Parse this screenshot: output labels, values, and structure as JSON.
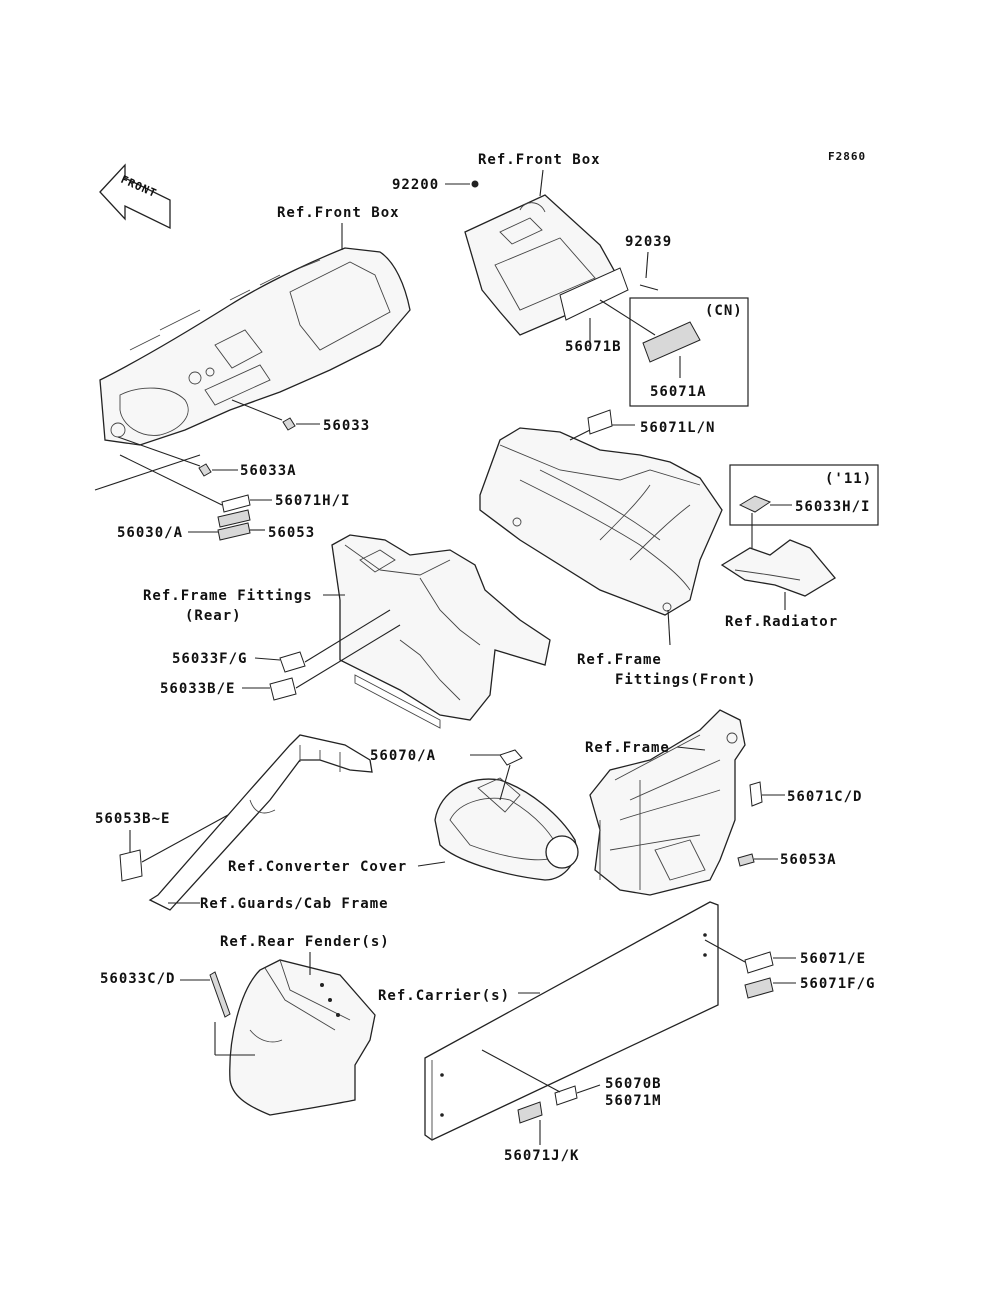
{
  "diagram": {
    "figure_id": "F2860",
    "front_arrow": "FRONT",
    "labels": {
      "ref_front_box_top": "Ref.Front Box",
      "ref_front_box_left": "Ref.Front Box",
      "p92200": "92200",
      "p92039": "92039",
      "cn": "(CN)",
      "p56071B": "56071B",
      "p56071A": "56071A",
      "p56033": "56033",
      "p56033A": "56033A",
      "p56071LN": "56071L/N",
      "p56071HI": "56071H/I",
      "p56030A": "56030/A",
      "p56053": "56053",
      "y11": "('11)",
      "p56033HI": "56033H/I",
      "ref_radiator": "Ref.Radiator",
      "ref_frame_fittings_rear_1": "Ref.Frame Fittings",
      "ref_frame_fittings_rear_2": "(Rear)",
      "ref_frame_fittings_front_1": "Ref.Frame",
      "ref_frame_fittings_front_2": "Fittings(Front)",
      "p56033FG": "56033F/G",
      "p56033BE": "56033B/E",
      "p56070A": "56070/A",
      "ref_frame": "Ref.Frame",
      "p56071CD": "56071C/D",
      "p56053BE": "56053B~E",
      "ref_converter_cover": "Ref.Converter Cover",
      "p56053A": "56053A",
      "ref_guards_cab_frame": "Ref.Guards/Cab Frame",
      "ref_rear_fender": "Ref.Rear Fender(s)",
      "p56071E": "56071/E",
      "p56071FG": "56071F/G",
      "ref_carrier": "Ref.Carrier(s)",
      "p56033CD": "56033C/D",
      "p56070B": "56070B",
      "p56071M": "56071M",
      "p56071JK": "56071J/K"
    }
  }
}
